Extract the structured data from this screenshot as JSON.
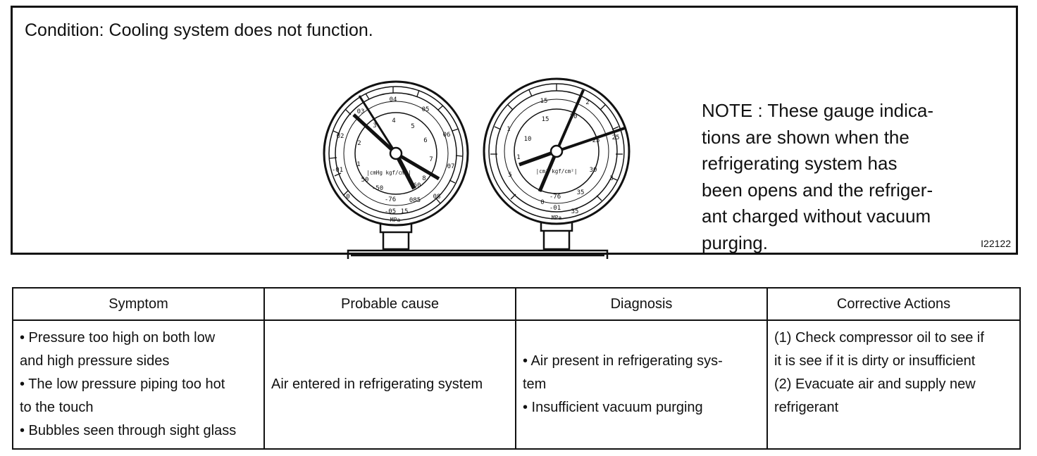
{
  "figure": {
    "condition": "Condition: Cooling system does not function.",
    "note_lines": [
      "NOTE : These gauge indica-",
      "tions are shown when the",
      "refrigerating system has",
      "been opens and the refriger-",
      "ant charged without vacuum",
      "purging."
    ],
    "code": "I22122",
    "low_gauge": {
      "outer_scale": [
        "0",
        "-01",
        "02",
        "03",
        "04",
        "05",
        "06",
        "07",
        "08",
        "085",
        "-05",
        "15"
      ],
      "inner_scale": [
        "1",
        "2",
        "3",
        "4",
        "5",
        "6",
        "7",
        "8",
        "-50",
        "-76",
        "50",
        "60"
      ],
      "unit_label": "|cmHg kgf/cm²|",
      "mpa_label": "MPa"
    },
    "high_gauge": {
      "outer_scale": [
        "0",
        "-01",
        "1",
        "15",
        "2",
        "25",
        "3",
        "35"
      ],
      "inner_scale": [
        "1",
        "5",
        "10",
        "15",
        "20",
        "25",
        "30",
        "35",
        "-76"
      ],
      "unit_label": "|cm² kgf/cm²|",
      "mpa_label": "MPa"
    }
  },
  "table": {
    "headers": [
      "Symptom",
      "Probable cause",
      "Diagnosis",
      "Corrective Actions"
    ],
    "symptom_lines": [
      "• Pressure too high on both low",
      "and high pressure sides",
      "• The low pressure piping too hot",
      "to the touch",
      "• Bubbles seen through sight glass"
    ],
    "cause": "Air entered in refrigerating system",
    "diagnosis_lines": [
      "• Air present in refrigerating sys-",
      "tem",
      "• Insufficient vacuum purging"
    ],
    "actions_lines": [
      "(1) Check compressor oil to see if",
      "it is see if it is dirty or insufficient",
      "(2) Evacuate air and supply new",
      "refrigerant"
    ]
  }
}
